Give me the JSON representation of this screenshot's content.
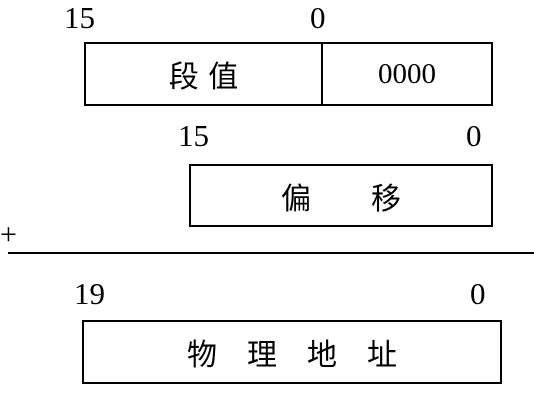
{
  "segment": {
    "bit_high": "15",
    "bit_low": "0",
    "value_label": "段 值",
    "zero_bits": "0000"
  },
  "offset": {
    "bit_high": "15",
    "bit_low": "0",
    "label": "偏　　移"
  },
  "operator": "+",
  "physical": {
    "bit_high": "19",
    "bit_low": "0",
    "label": "物　理　地　址"
  }
}
